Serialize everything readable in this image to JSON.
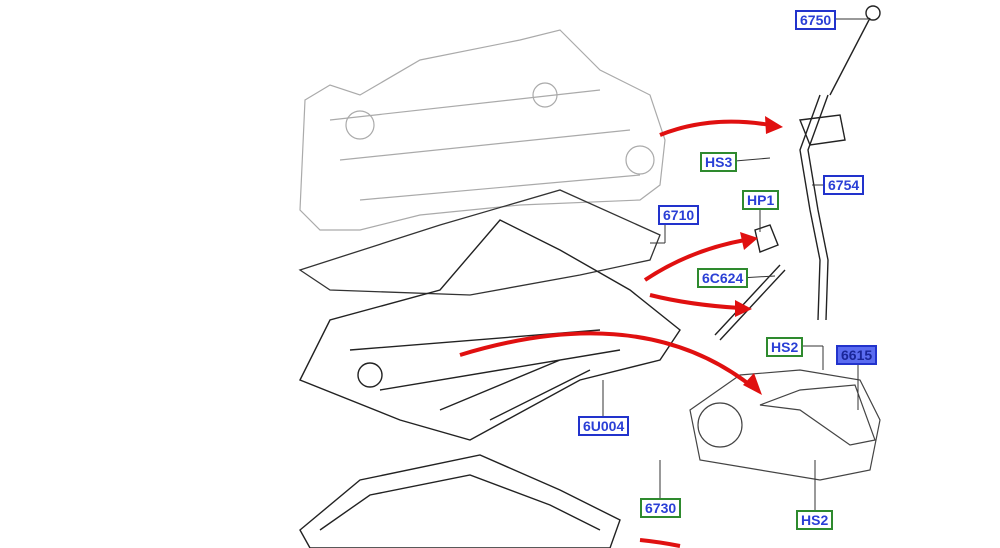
{
  "diagram": {
    "callouts": [
      {
        "id": "6750",
        "kind": "blue"
      },
      {
        "id": "HS3",
        "kind": "green"
      },
      {
        "id": "6754",
        "kind": "blue"
      },
      {
        "id": "HP1",
        "kind": "green"
      },
      {
        "id": "6710",
        "kind": "blue"
      },
      {
        "id": "6C624",
        "kind": "green"
      },
      {
        "id": "HS2",
        "kind": "green"
      },
      {
        "id": "6615",
        "kind": "blue-selected"
      },
      {
        "id": "6U004",
        "kind": "blue"
      },
      {
        "id": "6730",
        "kind": "green"
      },
      {
        "id": "HS2",
        "kind": "green"
      }
    ],
    "colors": {
      "blue_border": "#2233cc",
      "green_border": "#2e8a2e",
      "text": "#2a3fd6",
      "selected_fill": "#5b6cf0",
      "arrow": "#e01010"
    }
  }
}
